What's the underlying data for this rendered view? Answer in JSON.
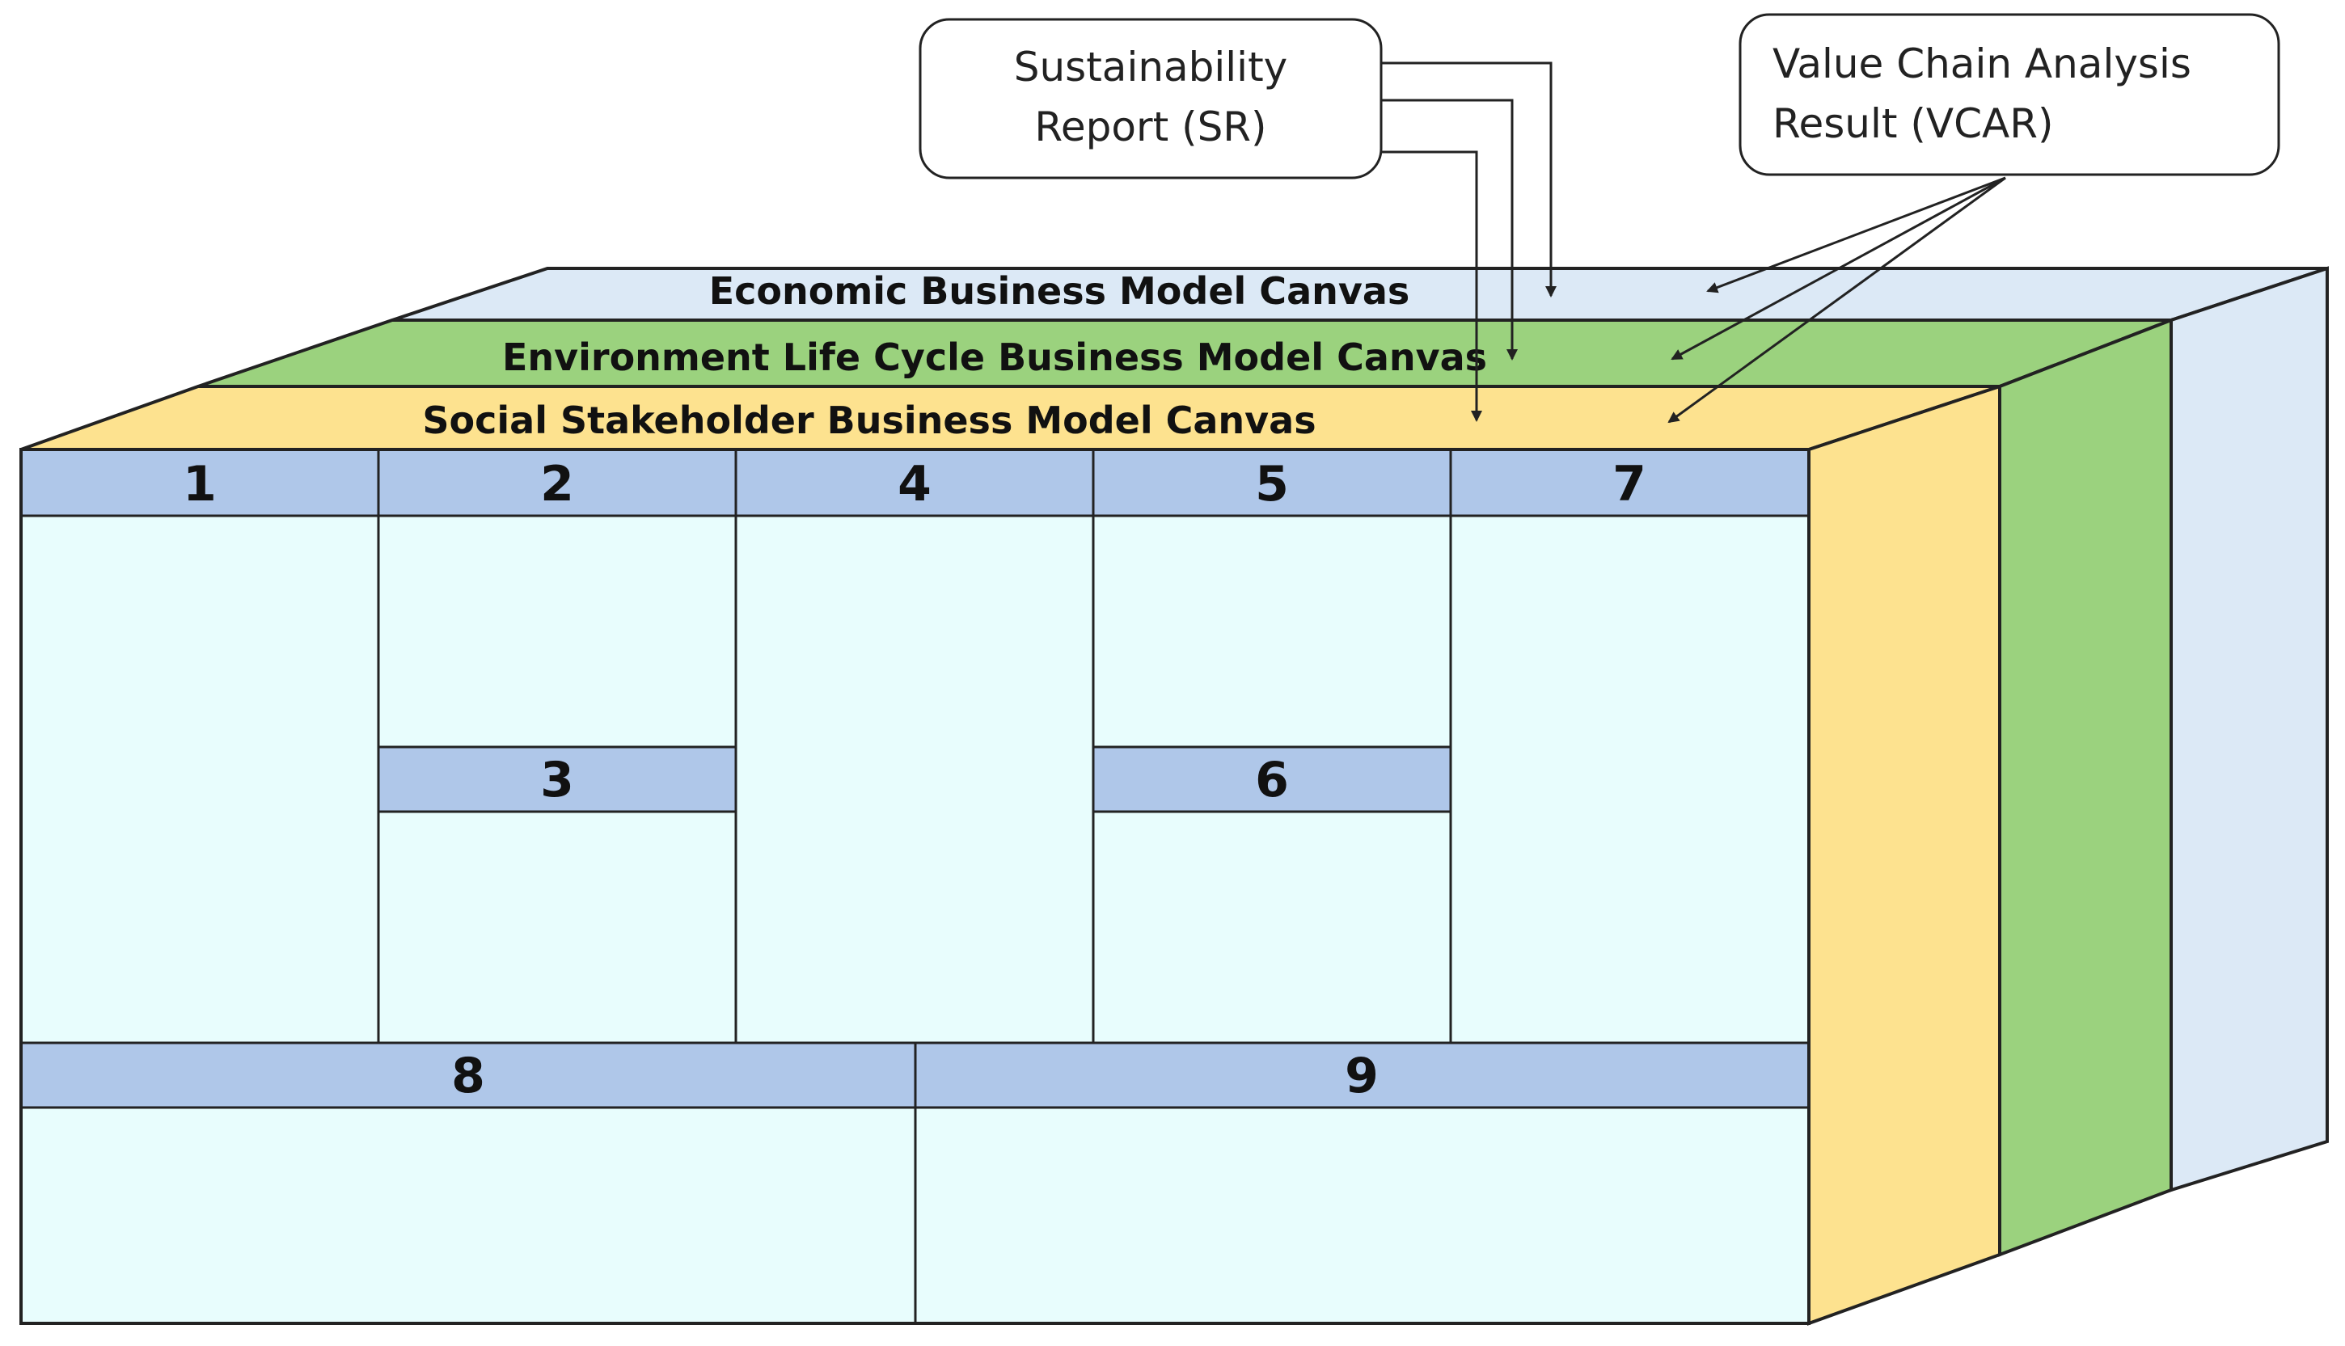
{
  "sources": {
    "sr": {
      "line1": "Sustainability",
      "line2": "Report (SR)"
    },
    "vcar": {
      "line1": "Value Chain Analysis",
      "line2": "Result (VCAR)"
    }
  },
  "layers": {
    "economic": "Economic Business Model Canvas",
    "environment": "Environment Life Cycle Business Model Canvas",
    "social": "Social Stakeholder Business Model Canvas"
  },
  "blocks": [
    "1",
    "2",
    "3",
    "4",
    "5",
    "6",
    "7",
    "8",
    "9"
  ],
  "colors": {
    "economic": "#dce9f6",
    "environment": "#9bd27e",
    "social": "#fde28f",
    "header": "#afc7e9",
    "cell": "#e8fdfd"
  }
}
